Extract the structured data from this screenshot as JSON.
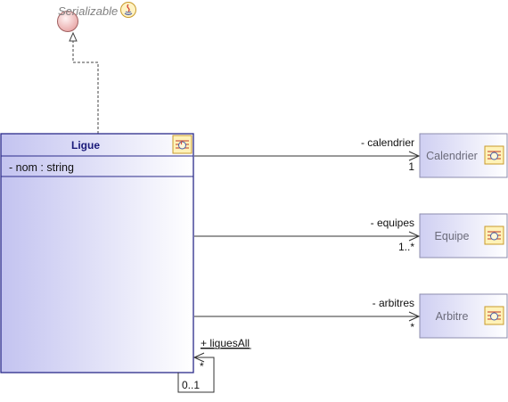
{
  "interface": {
    "name": "Serializable",
    "icon": "java-icon"
  },
  "main_class": {
    "name": "Ligue",
    "icon": "java-class-icon",
    "attributes": [
      "- nom : string"
    ]
  },
  "classes": [
    {
      "id": "calendrier",
      "name": "Calendrier",
      "icon": "java-class-icon",
      "role": "- calendrier",
      "multiplicity": "1"
    },
    {
      "id": "equipe",
      "name": "Equipe",
      "icon": "java-class-icon",
      "role": "- equipes",
      "multiplicity": "1..*"
    },
    {
      "id": "arbitre",
      "name": "Arbitre",
      "icon": "java-class-icon",
      "role": "- arbitres",
      "multiplicity": "*"
    }
  ],
  "self_association": {
    "role": "+ liguesAll",
    "target_multiplicity": "*",
    "source_multiplicity": "0..1"
  },
  "colors": {
    "class_border": "#2b2b8a",
    "class_fill_left": "#c6c6f2",
    "class_fill_right": "#ffffff",
    "box_border": "#8c8cae",
    "line": "#333333",
    "interface_fill": "#f3b9b9"
  }
}
